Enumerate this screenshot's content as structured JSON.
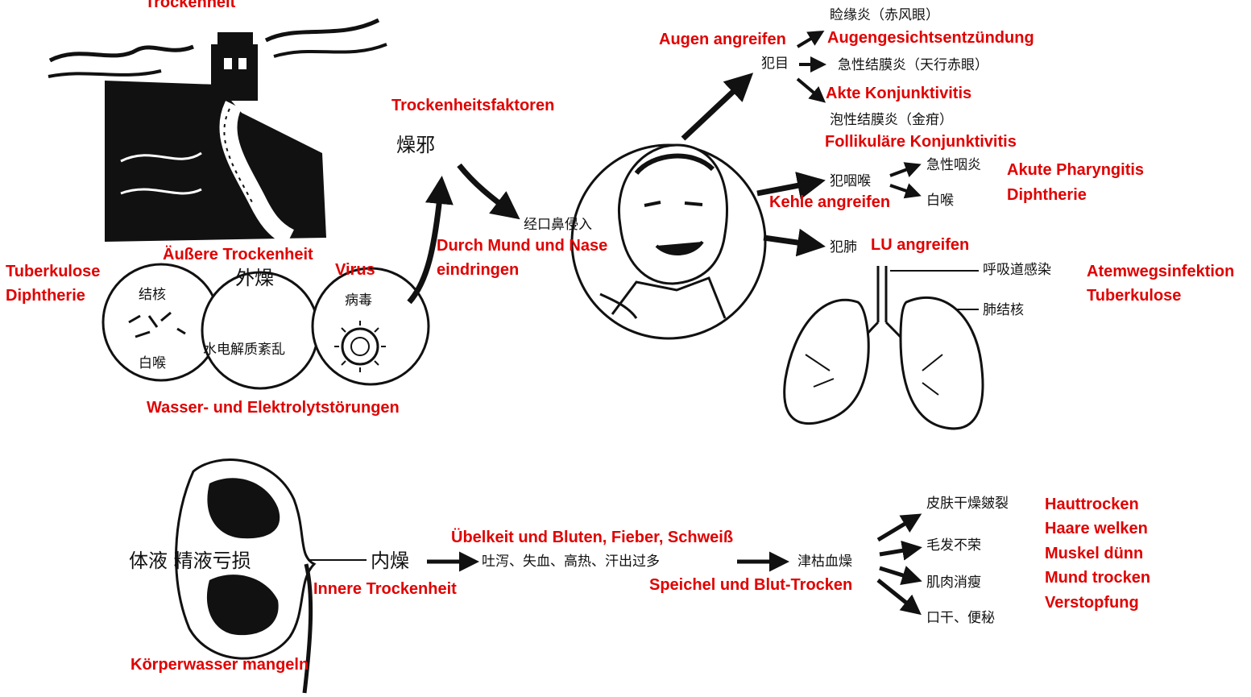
{
  "labels": {
    "dryness_top": "Trockenheit",
    "dryness_factors": "Trockenheitsfaktoren",
    "outer_dryness": "Äußere Trockenheit",
    "virus": "Virus",
    "tb_diph_1": "Tuberkulose",
    "tb_diph_2": "Diphtherie",
    "water_electrolyte": "Wasser- und Elektrolytstörungen",
    "mouth_nose_1": "Durch Mund und Nase",
    "mouth_nose_2": "eindringen",
    "eyes_attack": "Augen angreifen",
    "eye_face_infl": "Augengesichtsentzündung",
    "acute_conj": "Akte Konjunktivitis",
    "follicular_conj": "Follikuläre Konjunktivitis",
    "acute_phar": "Akute Pharyngitis",
    "diphtheria": "Diphtherie",
    "throat_attack": "Kehle angreifen",
    "lu_attack": "LU angreifen",
    "resp_1": "Atemwegsinfektion",
    "resp_2": "Tuberkulose",
    "symptoms": [
      "Hauttrocken",
      "Haare welken",
      "Muskel dünn",
      "Mund trocken",
      "Verstopfung"
    ],
    "nausea": "Übelkeit und Bluten, Fieber, Schweiß",
    "inner_dryness": "Innere Trockenheit",
    "saliva_blood": "Speichel und Blut-Trocken",
    "body_water": "Körperwasser mangeln"
  },
  "zh": {
    "zaoxie": "燥邪",
    "waizao": "外燥",
    "jiehe": "结核",
    "baihou": "白喉",
    "bingdu": "病毒",
    "shuidian": "水电解质紊乱",
    "jingkoubi": "经口鼻侵入",
    "jianyuan": "睑缘炎（赤风眼）",
    "fanmu": "犯目",
    "jixing_jiemo": "急性结膜炎（天行赤眼）",
    "paoxing": "泡性结膜炎（金疳）",
    "fanyanhou": "犯咽喉",
    "jixing_yan": "急性咽炎",
    "baihou2": "白喉",
    "fanfei": "犯肺",
    "huxidao": "呼吸道感染",
    "feijiehe": "肺结核",
    "tiye": "体液 精液亏损",
    "neizao": "内燥",
    "tuxie": "吐泻、失血、高热、汗出过多",
    "jinku": "津枯血燥",
    "pifu": "皮肤干燥皴裂",
    "maofa": "毛发不荣",
    "jirou": "肌肉消瘦",
    "kougan": "口干、便秘"
  },
  "icons": [
    "great-wall",
    "man-face",
    "lungs",
    "virus",
    "kidney"
  ]
}
